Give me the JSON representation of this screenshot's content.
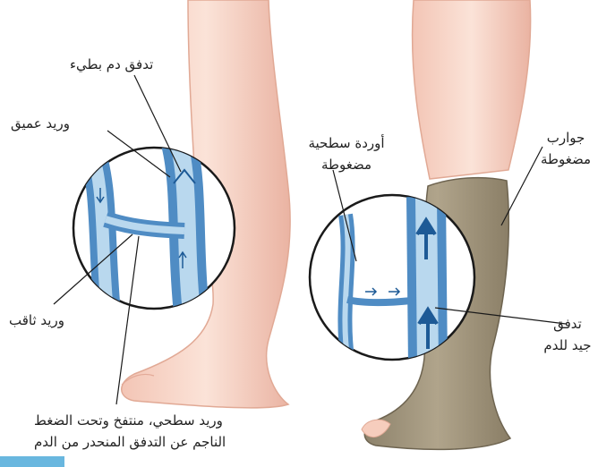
{
  "labels": {
    "slow_flow": "تدفق دم بطيء",
    "deep_vein": "وريد عميق",
    "perforating_vein": "وريد ثاقب",
    "superficial_vein_line1": "وريد سطحي، منتفخ وتحت الضغط",
    "superficial_vein_line2": "الناجم عن التدفق المنحدر من الدم",
    "compressed_superficial_line1": "أوردة سطحية",
    "compressed_superficial_line2": "مضغوطة",
    "compression_stockings_line1": "جوارب",
    "compression_stockings_line2": "مضغوطة",
    "good_flow_line1": "تدفق",
    "good_flow_line2": "جيد للدم"
  },
  "colors": {
    "skin": "#f9d9cc",
    "skin_shadow": "#eab7a6",
    "stocking": "#a2967d",
    "vein_blue": "#4f8cc4",
    "vein_light": "#b9d8ee",
    "circle_outline": "#1a1a1a",
    "accent_tab": "#69b7df"
  }
}
